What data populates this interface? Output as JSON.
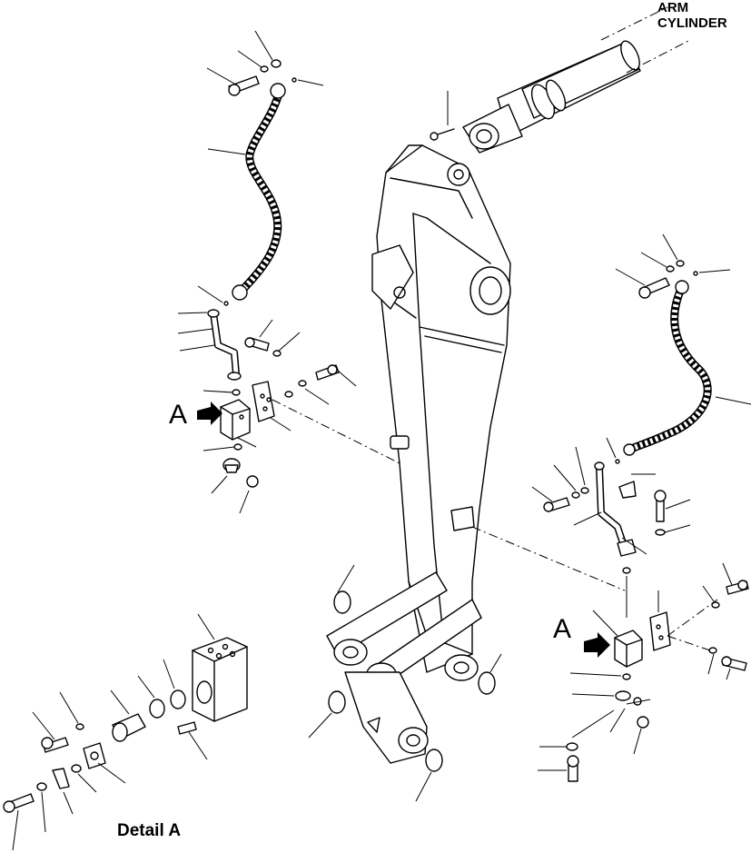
{
  "labels": {
    "arm_cylinder_line1": "ARM",
    "arm_cylinder_line2": "CYLINDER",
    "callout_left": "A",
    "callout_right": "A",
    "detail_title": "Detail A"
  },
  "colors": {
    "ink": "#000000",
    "paper": "#ffffff"
  }
}
